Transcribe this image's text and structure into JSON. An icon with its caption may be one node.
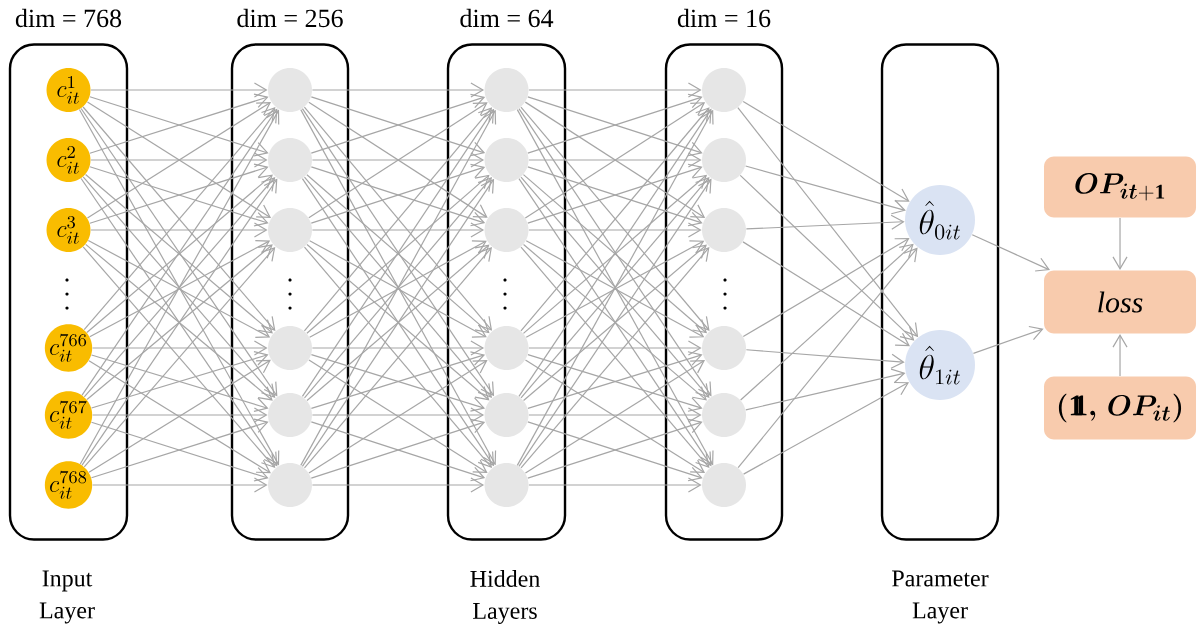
{
  "diagram": {
    "nodes": [
      {
        "text": [
          "dim = 768"
        ],
        "beside": [
          "Input Layer"
        ]
      },
      {
        "text": [
          "c_{it}^{1}"
        ],
        "in": 0
      },
      {
        "text": [
          "c_{it}^{2}"
        ],
        "in": 0
      },
      {
        "text": [
          "c_{it}^{3}"
        ],
        "in": 0
      },
      {
        "text": [
          "c_{it}^{766}"
        ],
        "in": 0
      },
      {
        "text": [
          "c_{it}^{767}"
        ],
        "in": 0
      },
      {
        "text": [
          "c_{it}^{768}"
        ],
        "in": 0
      },
      {
        "text": [
          "dim = 256"
        ]
      },
      {
        "text": [],
        "shape": "circle",
        "in": 7
      },
      {
        "text": [],
        "shape": "circle",
        "in": 7
      },
      {
        "text": [],
        "shape": "circle",
        "in": 7
      },
      {
        "text": [],
        "shape": "circle",
        "in": 7
      },
      {
        "text": [],
        "shape": "circle",
        "in": 7
      },
      {
        "text": [],
        "shape": "circle",
        "in": 7
      },
      {
        "text": [
          "dim = 64"
        ]
      },
      {
        "text": [],
        "shape": "circle",
        "in": 14
      },
      {
        "text": [],
        "shape": "circle",
        "in": 14
      },
      {
        "text": [],
        "shape": "circle",
        "in": 14
      },
      {
        "text": [],
        "shape": "circle",
        "in": 14
      },
      {
        "text": [],
        "shape": "circle",
        "in": 14
      },
      {
        "text": [],
        "shape": "circle",
        "in": 14
      },
      {
        "text": [
          "dim = 16"
        ]
      },
      {
        "text": [],
        "shape": "circle",
        "in": 21
      },
      {
        "text": [],
        "shape": "circle",
        "in": 21
      },
      {
        "text": [],
        "shape": "circle",
        "in": 21
      },
      {
        "text": [],
        "shape": "circle",
        "in": 21
      },
      {
        "text": [],
        "shape": "circle",
        "in": 21
      },
      {
        "text": [],
        "shape": "circle",
        "in": 21
      },
      {
        "text": [],
        "shape": "box",
        "beside": [
          "Parameter Layer"
        ]
      },
      {
        "text": [
          "\\hat{\\theta}_{0it}"
        ],
        "in": 28
      },
      {
        "text": [
          "\\hat{\\theta}_{1it}"
        ],
        "in": 28
      },
      {
        "text": [
          "\\boldsymbol{OP}_{\\boldsymbol{it}+\\mathbf{1}}"
        ]
      },
      {
        "text": [
          "\\mathit{loss}"
        ]
      },
      {
        "text": [
          "\\boldsymbol{(}\\mathbf{1}\\mkern-6.5mu\\mathbf{1}\\boldsymbol{,\\,OP}_{\\boldsymbol{it}}\\boldsymbol{)}"
        ]
      }
    ],
    "edges": [
      {
        "from": 1,
        "to": 8,
        "arrow": "to"
      },
      {
        "from": 1,
        "to": 9,
        "arrow": "to"
      },
      {
        "from": 1,
        "to": 10,
        "arrow": "to"
      },
      {
        "from": 1,
        "to": 11,
        "arrow": "to"
      },
      {
        "from": 1,
        "to": 12,
        "arrow": "to"
      },
      {
        "from": 1,
        "to": 13,
        "arrow": "to"
      },
      {
        "from": 2,
        "to": 8,
        "arrow": "to"
      },
      {
        "from": 2,
        "to": 9,
        "arrow": "to"
      },
      {
        "from": 2,
        "to": 10,
        "arrow": "to"
      },
      {
        "from": 2,
        "to": 11,
        "arrow": "to"
      },
      {
        "from": 2,
        "to": 12,
        "arrow": "to"
      },
      {
        "from": 2,
        "to": 13,
        "arrow": "to"
      },
      {
        "from": 3,
        "to": 8,
        "arrow": "to"
      },
      {
        "from": 3,
        "to": 9,
        "arrow": "to"
      },
      {
        "from": 3,
        "to": 10,
        "arrow": "to"
      },
      {
        "from": 3,
        "to": 11,
        "arrow": "to"
      },
      {
        "from": 3,
        "to": 12,
        "arrow": "to"
      },
      {
        "from": 3,
        "to": 13,
        "arrow": "to"
      },
      {
        "from": 4,
        "to": 8,
        "arrow": "to"
      },
      {
        "from": 4,
        "to": 9,
        "arrow": "to"
      },
      {
        "from": 4,
        "to": 10,
        "arrow": "to"
      },
      {
        "from": 4,
        "to": 11,
        "arrow": "to"
      },
      {
        "from": 4,
        "to": 12,
        "arrow": "to"
      },
      {
        "from": 4,
        "to": 13,
        "arrow": "to"
      },
      {
        "from": 5,
        "to": 8,
        "arrow": "to"
      },
      {
        "from": 5,
        "to": 9,
        "arrow": "to"
      },
      {
        "from": 5,
        "to": 10,
        "arrow": "to"
      },
      {
        "from": 5,
        "to": 11,
        "arrow": "to"
      },
      {
        "from": 5,
        "to": 12,
        "arrow": "to"
      },
      {
        "from": 5,
        "to": 13,
        "arrow": "to"
      },
      {
        "from": 6,
        "to": 8,
        "arrow": "to"
      },
      {
        "from": 6,
        "to": 9,
        "arrow": "to"
      },
      {
        "from": 6,
        "to": 10,
        "arrow": "to"
      },
      {
        "from": 6,
        "to": 11,
        "arrow": "to"
      },
      {
        "from": 6,
        "to": 12,
        "arrow": "to"
      },
      {
        "from": 6,
        "to": 13,
        "arrow": "to"
      },
      {
        "from": 8,
        "to": 15,
        "arrow": "to"
      },
      {
        "from": 8,
        "to": 16,
        "arrow": "to"
      },
      {
        "from": 8,
        "to": 17,
        "arrow": "to"
      },
      {
        "from": 8,
        "to": 18,
        "arrow": "to"
      },
      {
        "from": 8,
        "to": 19,
        "arrow": "to"
      },
      {
        "from": 8,
        "to": 20,
        "arrow": "to"
      },
      {
        "from": 9,
        "to": 15,
        "arrow": "to"
      },
      {
        "from": 9,
        "to": 16,
        "arrow": "to"
      },
      {
        "from": 9,
        "to": 17,
        "arrow": "to"
      },
      {
        "from": 9,
        "to": 18,
        "arrow": "to"
      },
      {
        "from": 9,
        "to": 19,
        "arrow": "to"
      },
      {
        "from": 9,
        "to": 20,
        "arrow": "to"
      },
      {
        "from": 10,
        "to": 15,
        "arrow": "to"
      },
      {
        "from": 10,
        "to": 16,
        "arrow": "to"
      },
      {
        "from": 10,
        "to": 17,
        "arrow": "to"
      },
      {
        "from": 10,
        "to": 18,
        "arrow": "to"
      },
      {
        "from": 10,
        "to": 19,
        "arrow": "to"
      },
      {
        "from": 10,
        "to": 20,
        "arrow": "to"
      },
      {
        "from": 11,
        "to": 15,
        "arrow": "to"
      },
      {
        "from": 11,
        "to": 16,
        "arrow": "to"
      },
      {
        "from": 11,
        "to": 17,
        "arrow": "to"
      },
      {
        "from": 11,
        "to": 18,
        "arrow": "to"
      },
      {
        "from": 11,
        "to": 19,
        "arrow": "to"
      },
      {
        "from": 11,
        "to": 20,
        "arrow": "to"
      },
      {
        "from": 12,
        "to": 15,
        "arrow": "to"
      },
      {
        "from": 12,
        "to": 16,
        "arrow": "to"
      },
      {
        "from": 12,
        "to": 17,
        "arrow": "to"
      },
      {
        "from": 12,
        "to": 18,
        "arrow": "to"
      },
      {
        "from": 12,
        "to": 19,
        "arrow": "to"
      },
      {
        "from": 12,
        "to": 20,
        "arrow": "to"
      },
      {
        "from": 13,
        "to": 15,
        "arrow": "to"
      },
      {
        "from": 13,
        "to": 16,
        "arrow": "to"
      },
      {
        "from": 13,
        "to": 17,
        "arrow": "to"
      },
      {
        "from": 13,
        "to": 18,
        "arrow": "to"
      },
      {
        "from": 13,
        "to": 19,
        "arrow": "to"
      },
      {
        "from": 13,
        "to": 20,
        "arrow": "to"
      },
      {
        "from": 15,
        "to": 22,
        "arrow": "to"
      },
      {
        "from": 15,
        "to": 23,
        "arrow": "to"
      },
      {
        "from": 15,
        "to": 24,
        "arrow": "to"
      },
      {
        "from": 15,
        "to": 25,
        "arrow": "to"
      },
      {
        "from": 15,
        "to": 26,
        "arrow": "to"
      },
      {
        "from": 15,
        "to": 27,
        "arrow": "to"
      },
      {
        "from": 16,
        "to": 22,
        "arrow": "to"
      },
      {
        "from": 16,
        "to": 23,
        "arrow": "to"
      },
      {
        "from": 16,
        "to": 24,
        "arrow": "to"
      },
      {
        "from": 16,
        "to": 25,
        "arrow": "to"
      },
      {
        "from": 16,
        "to": 26,
        "arrow": "to"
      },
      {
        "from": 16,
        "to": 27,
        "arrow": "to"
      },
      {
        "from": 17,
        "to": 22,
        "arrow": "to"
      },
      {
        "from": 17,
        "to": 23,
        "arrow": "to"
      },
      {
        "from": 17,
        "to": 24,
        "arrow": "to"
      },
      {
        "from": 17,
        "to": 25,
        "arrow": "to"
      },
      {
        "from": 17,
        "to": 26,
        "arrow": "to"
      },
      {
        "from": 17,
        "to": 27,
        "arrow": "to"
      },
      {
        "from": 18,
        "to": 22,
        "arrow": "to"
      },
      {
        "from": 18,
        "to": 23,
        "arrow": "to"
      },
      {
        "from": 18,
        "to": 24,
        "arrow": "to"
      },
      {
        "from": 18,
        "to": 25,
        "arrow": "to"
      },
      {
        "from": 18,
        "to": 26,
        "arrow": "to"
      },
      {
        "from": 18,
        "to": 27,
        "arrow": "to"
      },
      {
        "from": 19,
        "to": 22,
        "arrow": "to"
      },
      {
        "from": 19,
        "to": 23,
        "arrow": "to"
      },
      {
        "from": 19,
        "to": 24,
        "arrow": "to"
      },
      {
        "from": 19,
        "to": 25,
        "arrow": "to"
      },
      {
        "from": 19,
        "to": 26,
        "arrow": "to"
      },
      {
        "from": 19,
        "to": 27,
        "arrow": "to"
      },
      {
        "from": 20,
        "to": 22,
        "arrow": "to"
      },
      {
        "from": 20,
        "to": 23,
        "arrow": "to"
      },
      {
        "from": 20,
        "to": 24,
        "arrow": "to"
      },
      {
        "from": 20,
        "to": 25,
        "arrow": "to"
      },
      {
        "from": 20,
        "to": 26,
        "arrow": "to"
      },
      {
        "from": 20,
        "to": 27,
        "arrow": "to"
      },
      {
        "from": 22,
        "to": 29,
        "arrow": "to"
      },
      {
        "from": 22,
        "to": 30,
        "arrow": "to"
      },
      {
        "from": 23,
        "to": 29,
        "arrow": "to"
      },
      {
        "from": 23,
        "to": 30,
        "arrow": "to"
      },
      {
        "from": 24,
        "to": 29,
        "arrow": "to"
      },
      {
        "from": 24,
        "to": 30,
        "arrow": "to"
      },
      {
        "from": 25,
        "to": 29,
        "arrow": "to"
      },
      {
        "from": 25,
        "to": 30,
        "arrow": "to"
      },
      {
        "from": 26,
        "to": 29,
        "arrow": "to"
      },
      {
        "from": 26,
        "to": 30,
        "arrow": "to"
      },
      {
        "from": 27,
        "to": 29,
        "arrow": "to"
      },
      {
        "from": 27,
        "to": 30,
        "arrow": "to"
      },
      {
        "from": 29,
        "to": 32,
        "arrow": "to"
      },
      {
        "from": 30,
        "to": 32,
        "arrow": "to"
      },
      {
        "from": 31,
        "to": 32,
        "arrow": "to"
      },
      {
        "from": 33,
        "to": 32,
        "arrow": "to"
      }
    ],
    "labels": [
      "Hidden Layers"
    ]
  }
}
